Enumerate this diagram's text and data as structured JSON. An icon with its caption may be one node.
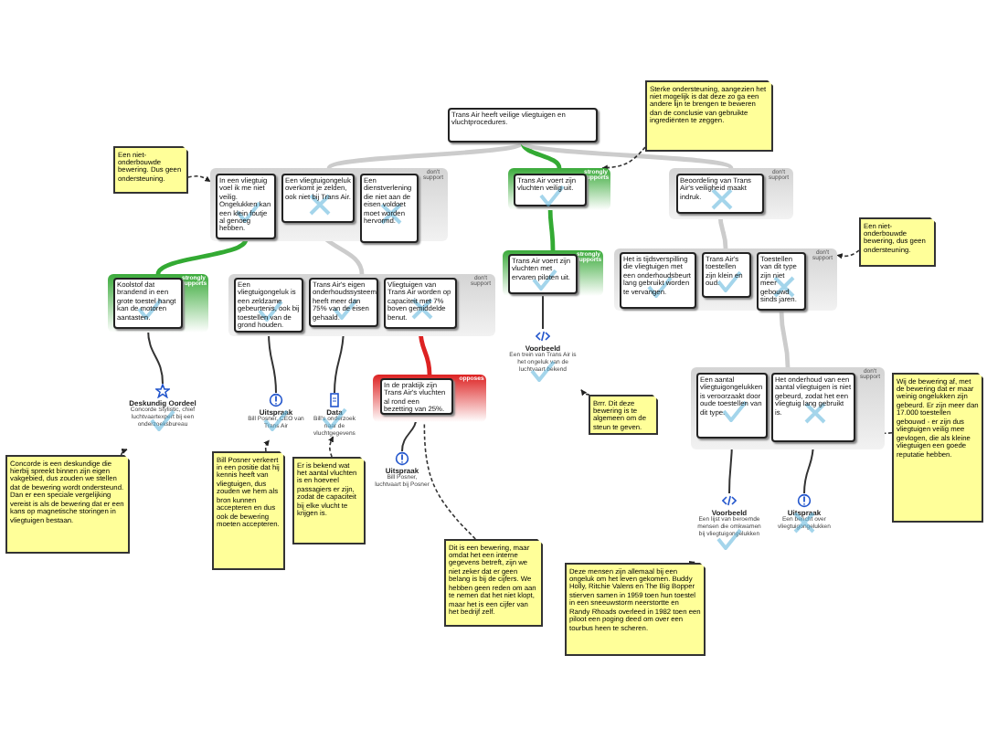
{
  "diagram": {
    "nodes": [
      {
        "text": [
          "Trans Air heeft veilige vliegtuigen en vluchtprocedures."
        ]
      },
      {
        "text": [
          "Sterke ondersteuning, aangezien het niet mogelijk is dat deze zo ga een andere lijn te brengen te beweren dan de conclusie van gebruikte ingrediënten te zeggen."
        ]
      },
      {
        "text": [
          "Een niet-onderbouwde bewering. Dus geen ondersteuning."
        ]
      },
      {
        "text": [
          "don't support"
        ]
      },
      {
        "text": [
          "In een vliegtuig voel ik me niet veilig. Ongelukken kan een klein foutje al genoeg hebben."
        ],
        "in": 3
      },
      {
        "text": [
          "Een vliegtuigongeluk overkomt je zelden, ook niet bij Trans Air."
        ],
        "in": 3
      },
      {
        "text": [
          "Een dienstverlening die niet aan de eisen voldoet moet worden hervormd."
        ],
        "in": 3
      },
      {
        "text": [
          "strongly supports"
        ]
      },
      {
        "text": [
          "Trans Air voert zijn vluchten veilig uit."
        ],
        "in": 7
      },
      {
        "text": [
          "don't support"
        ]
      },
      {
        "text": [
          "Beoordeling van Trans Air's veiligheid maakt indruk."
        ],
        "in": 9
      },
      {
        "text": [
          "Een niet-onderbouwde bewering, dus geen ondersteuning."
        ]
      },
      {
        "text": [
          "strongly supports"
        ]
      },
      {
        "text": [
          "Koolstof dat brandend in een grote toestel hangt kan de motoren aantasten."
        ],
        "in": 12
      },
      {
        "text": [
          "don't support"
        ]
      },
      {
        "text": [
          "Een vliegtuigongeluk is een zeldzame gebeurtenis, ook bij toestellen van de grond houden."
        ],
        "in": 14
      },
      {
        "text": [
          "Trans Air's eigen onderhoudssysteem heeft meer dan 75% van de eisen gehaald."
        ],
        "in": 14
      },
      {
        "text": [
          "Vliegtuigen van Trans Air worden op capaciteit met 7% boven gemiddelde benut."
        ],
        "in": 14
      },
      {
        "text": [
          "strongly supports"
        ]
      },
      {
        "text": [
          "Trans Air voert zijn vluchten met ervaren piloten uit."
        ],
        "in": 18
      },
      {
        "text": [
          "don't support"
        ]
      },
      {
        "text": [
          "Het is tijdsverspilling die vliegtuigen met een onderhoudsbeurt lang gebruikt worden te vervangen."
        ],
        "in": 20
      },
      {
        "text": [
          "Trans Air's toestellen zijn klein en oud."
        ],
        "in": 20
      },
      {
        "text": [
          "Toestellen van dit type zijn niet meer gebouwd sinds jaren."
        ],
        "in": 20
      },
      {
        "text": [
          "opposes"
        ]
      },
      {
        "text": [
          "In de praktijk zijn Trans Air's vluchten al rond een bezetting van 25%."
        ],
        "in": 24
      },
      {
        "text": [
          "Deskundig Oordeel",
          "Concorde Stylistic, chief luchtvaartexpert bij een onderzoeksbureau"
        ]
      },
      {
        "text": [
          "Uitspraak",
          "Bill Posner, CEO van Trans Air"
        ]
      },
      {
        "text": [
          "Data",
          "Bill's onderzoek naar de vluchtgegevens"
        ]
      },
      {
        "text": [
          "Voorbeeld",
          "Een trein van Trans Air is het ongeluk van de luchtvaart bekend"
        ]
      },
      {
        "text": [
          "don't support"
        ]
      },
      {
        "text": [
          "Een aantal vliegtuigongelukken is veroorzaakt door oude toestellen van dit type."
        ],
        "in": 30
      },
      {
        "text": [
          "Het onderhoud van een aantal vliegtuigen is niet gebeurd, zodat het een vliegtuig lang gebruikt is."
        ],
        "in": 30
      },
      {
        "text": [
          "Wij de bewering af, met de bewering dat er maar weinig ongelukken zijn gebeurd. Er zijn meer dan 17.000 toestellen gebouwd - er zijn dus vliegtuigen veilig mee gevlogen, die als kleine vliegtuigen een goede reputatie hebben."
        ]
      },
      {
        "text": [
          "Uitspraak",
          "Bill Posner, luchtvaart bij Posner"
        ]
      },
      {
        "text": [
          "Concorde is een deskundige die hierbij spreekt binnen zijn eigen vakgebied, dus zouden we stellen dat de bewering wordt ondersteund. Dan er een speciale vergelijking vereist is als de bewering dat er een kans op magnetische storingen in vliegtuigen bestaan."
        ]
      },
      {
        "text": [
          "Bill Posner verkeert in een positie dat hij kennis heeft van vliegtuigen, dus zouden we hem als bron kunnen accepteren en dus ook de bewering moeten accepteren."
        ]
      },
      {
        "text": [
          "Er is bekend wat het aantal vluchten is en hoeveel passagiers er zijn, zodat de capaciteit bij elke vlucht te krijgen is."
        ]
      },
      {
        "text": [
          "Brrr. Dit deze bewering is te algemeen om de steun te geven."
        ]
      },
      {
        "text": [
          "Dit is een bewering, maar omdat het een interne gegevens betreft, zijn we niet zeker dat er geen belang is bij de cijfers. We hebben geen reden om aan te nemen dat het niet klopt, maar het is een cijfer van het bedrijf zelf."
        ]
      },
      {
        "text": [
          "Voorbeeld",
          "Een lijst van beroemde mensen die omkwamen bij vliegtuigongelukken"
        ]
      },
      {
        "text": [
          "Uitspraak",
          "Een bericht over vliegtuigongelukken"
        ]
      },
      {
        "text": [
          "Deze mensen zijn allemaal bij een ongeluk om het leven gekomen. Buddy Holly, Ritchie Valens en The Big Bopper stierven samen in 1959 toen hun toestel in een sneeuwstorm neerstortte en Randy Rhoads overleed in 1982 toen een piloot een poging deed om over een tourbus heen te scheren."
        ]
      }
    ],
    "edges": [
      {
        "from": 3,
        "to": 0,
        "arrow": "none",
        "color": "#cccccc"
      },
      {
        "from": 7,
        "to": 0,
        "arrow": "none",
        "color": "#33aa33"
      },
      {
        "from": 9,
        "to": 0,
        "arrow": "none",
        "color": "#cccccc"
      },
      {
        "from": 12,
        "to": 4,
        "arrow": "none",
        "color": "#33aa33"
      },
      {
        "from": 14,
        "to": 5,
        "arrow": "none",
        "color": "#cccccc"
      },
      {
        "from": 24,
        "to": 17,
        "arrow": "none",
        "color": "#dd2222"
      },
      {
        "from": 18,
        "to": 8,
        "arrow": "none",
        "color": "#33aa33"
      },
      {
        "from": 20,
        "to": 10,
        "arrow": "none",
        "color": "#cccccc"
      },
      {
        "from": 30,
        "to": 23,
        "arrow": "none",
        "color": "#cccccc"
      },
      {
        "from": 26,
        "to": 13,
        "arrow": "none"
      },
      {
        "from": 27,
        "to": 15,
        "arrow": "none"
      },
      {
        "from": 28,
        "to": 16,
        "arrow": "none"
      },
      {
        "from": 34,
        "to": 25,
        "arrow": "none"
      },
      {
        "from": 29,
        "to": 19,
        "arrow": "none"
      },
      {
        "from": 40,
        "to": 31,
        "arrow": "none"
      },
      {
        "from": 41,
        "to": 32,
        "arrow": "none"
      },
      {
        "from": 2,
        "to": 3,
        "arrow": "to",
        "style": "dashed"
      },
      {
        "from": 1,
        "to": 7,
        "arrow": "to",
        "style": "dashed"
      },
      {
        "from": 11,
        "to": 20,
        "arrow": "to",
        "style": "dashed"
      },
      {
        "from": 35,
        "to": 26,
        "arrow": "to",
        "style": "dashed"
      },
      {
        "from": 36,
        "to": 27,
        "arrow": "to",
        "style": "dashed"
      },
      {
        "from": 37,
        "to": 28,
        "arrow": "to",
        "style": "dashed"
      },
      {
        "from": 39,
        "to": 25,
        "arrow": "to",
        "style": "dashed"
      },
      {
        "from": 38,
        "to": 29,
        "arrow": "to",
        "style": "dashed"
      },
      {
        "from": 42,
        "to": 40,
        "arrow": "to",
        "style": "dashed"
      },
      {
        "from": 33,
        "to": 32,
        "arrow": "to",
        "style": "dashed"
      }
    ]
  }
}
